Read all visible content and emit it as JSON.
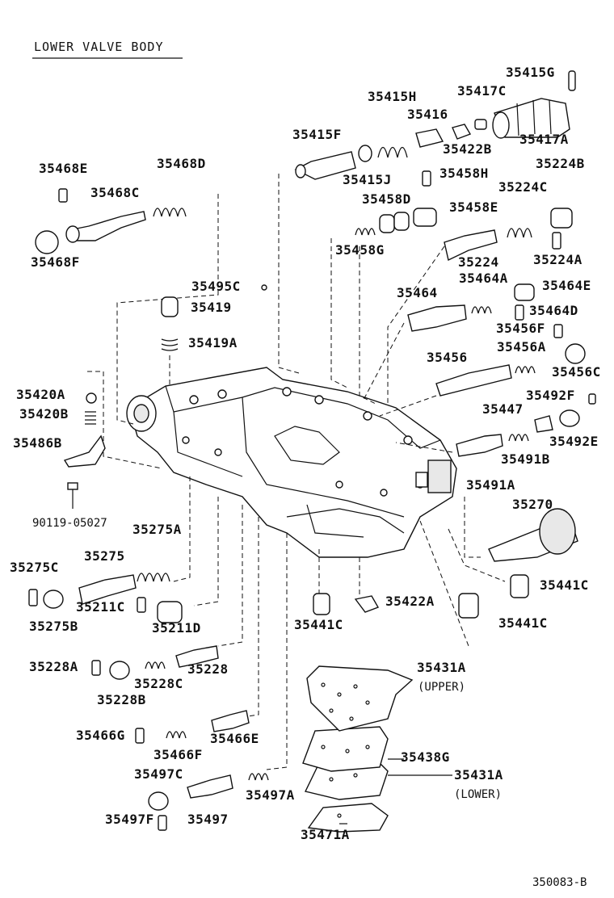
{
  "title": "LOWER VALVE BODY",
  "figure_code": "350083-B",
  "part_labels": [
    "35415G",
    "35417C",
    "35415H",
    "35416",
    "35417A",
    "35422B",
    "35415F",
    "35415J",
    "35458H",
    "35224B",
    "35468E",
    "35468D",
    "35468C",
    "35468F",
    "35458D",
    "35458E",
    "35224C",
    "35458G",
    "35224",
    "35224A",
    "35495C",
    "35464A",
    "35464E",
    "35464",
    "35419",
    "35464D",
    "35456F",
    "35419A",
    "35456A",
    "35456",
    "35456C",
    "35420A",
    "35492F",
    "35447",
    "35420B",
    "35492E",
    "35486B",
    "35491B",
    "35491A",
    "90119-05027",
    "35270",
    "35275A",
    "35275C",
    "35275",
    "35441C",
    "35211C",
    "35422A",
    "35275B",
    "35211D",
    "35441C",
    "35441C",
    "35228A",
    "35228",
    "35431A",
    "35228C",
    "35228B",
    "35466G",
    "35466E",
    "35438G",
    "35466F",
    "35497C",
    "35431A",
    "35497A",
    "35497F",
    "35497",
    "35471A"
  ],
  "notes": {
    "upper": "(UPPER)",
    "lower": "(LOWER)"
  }
}
